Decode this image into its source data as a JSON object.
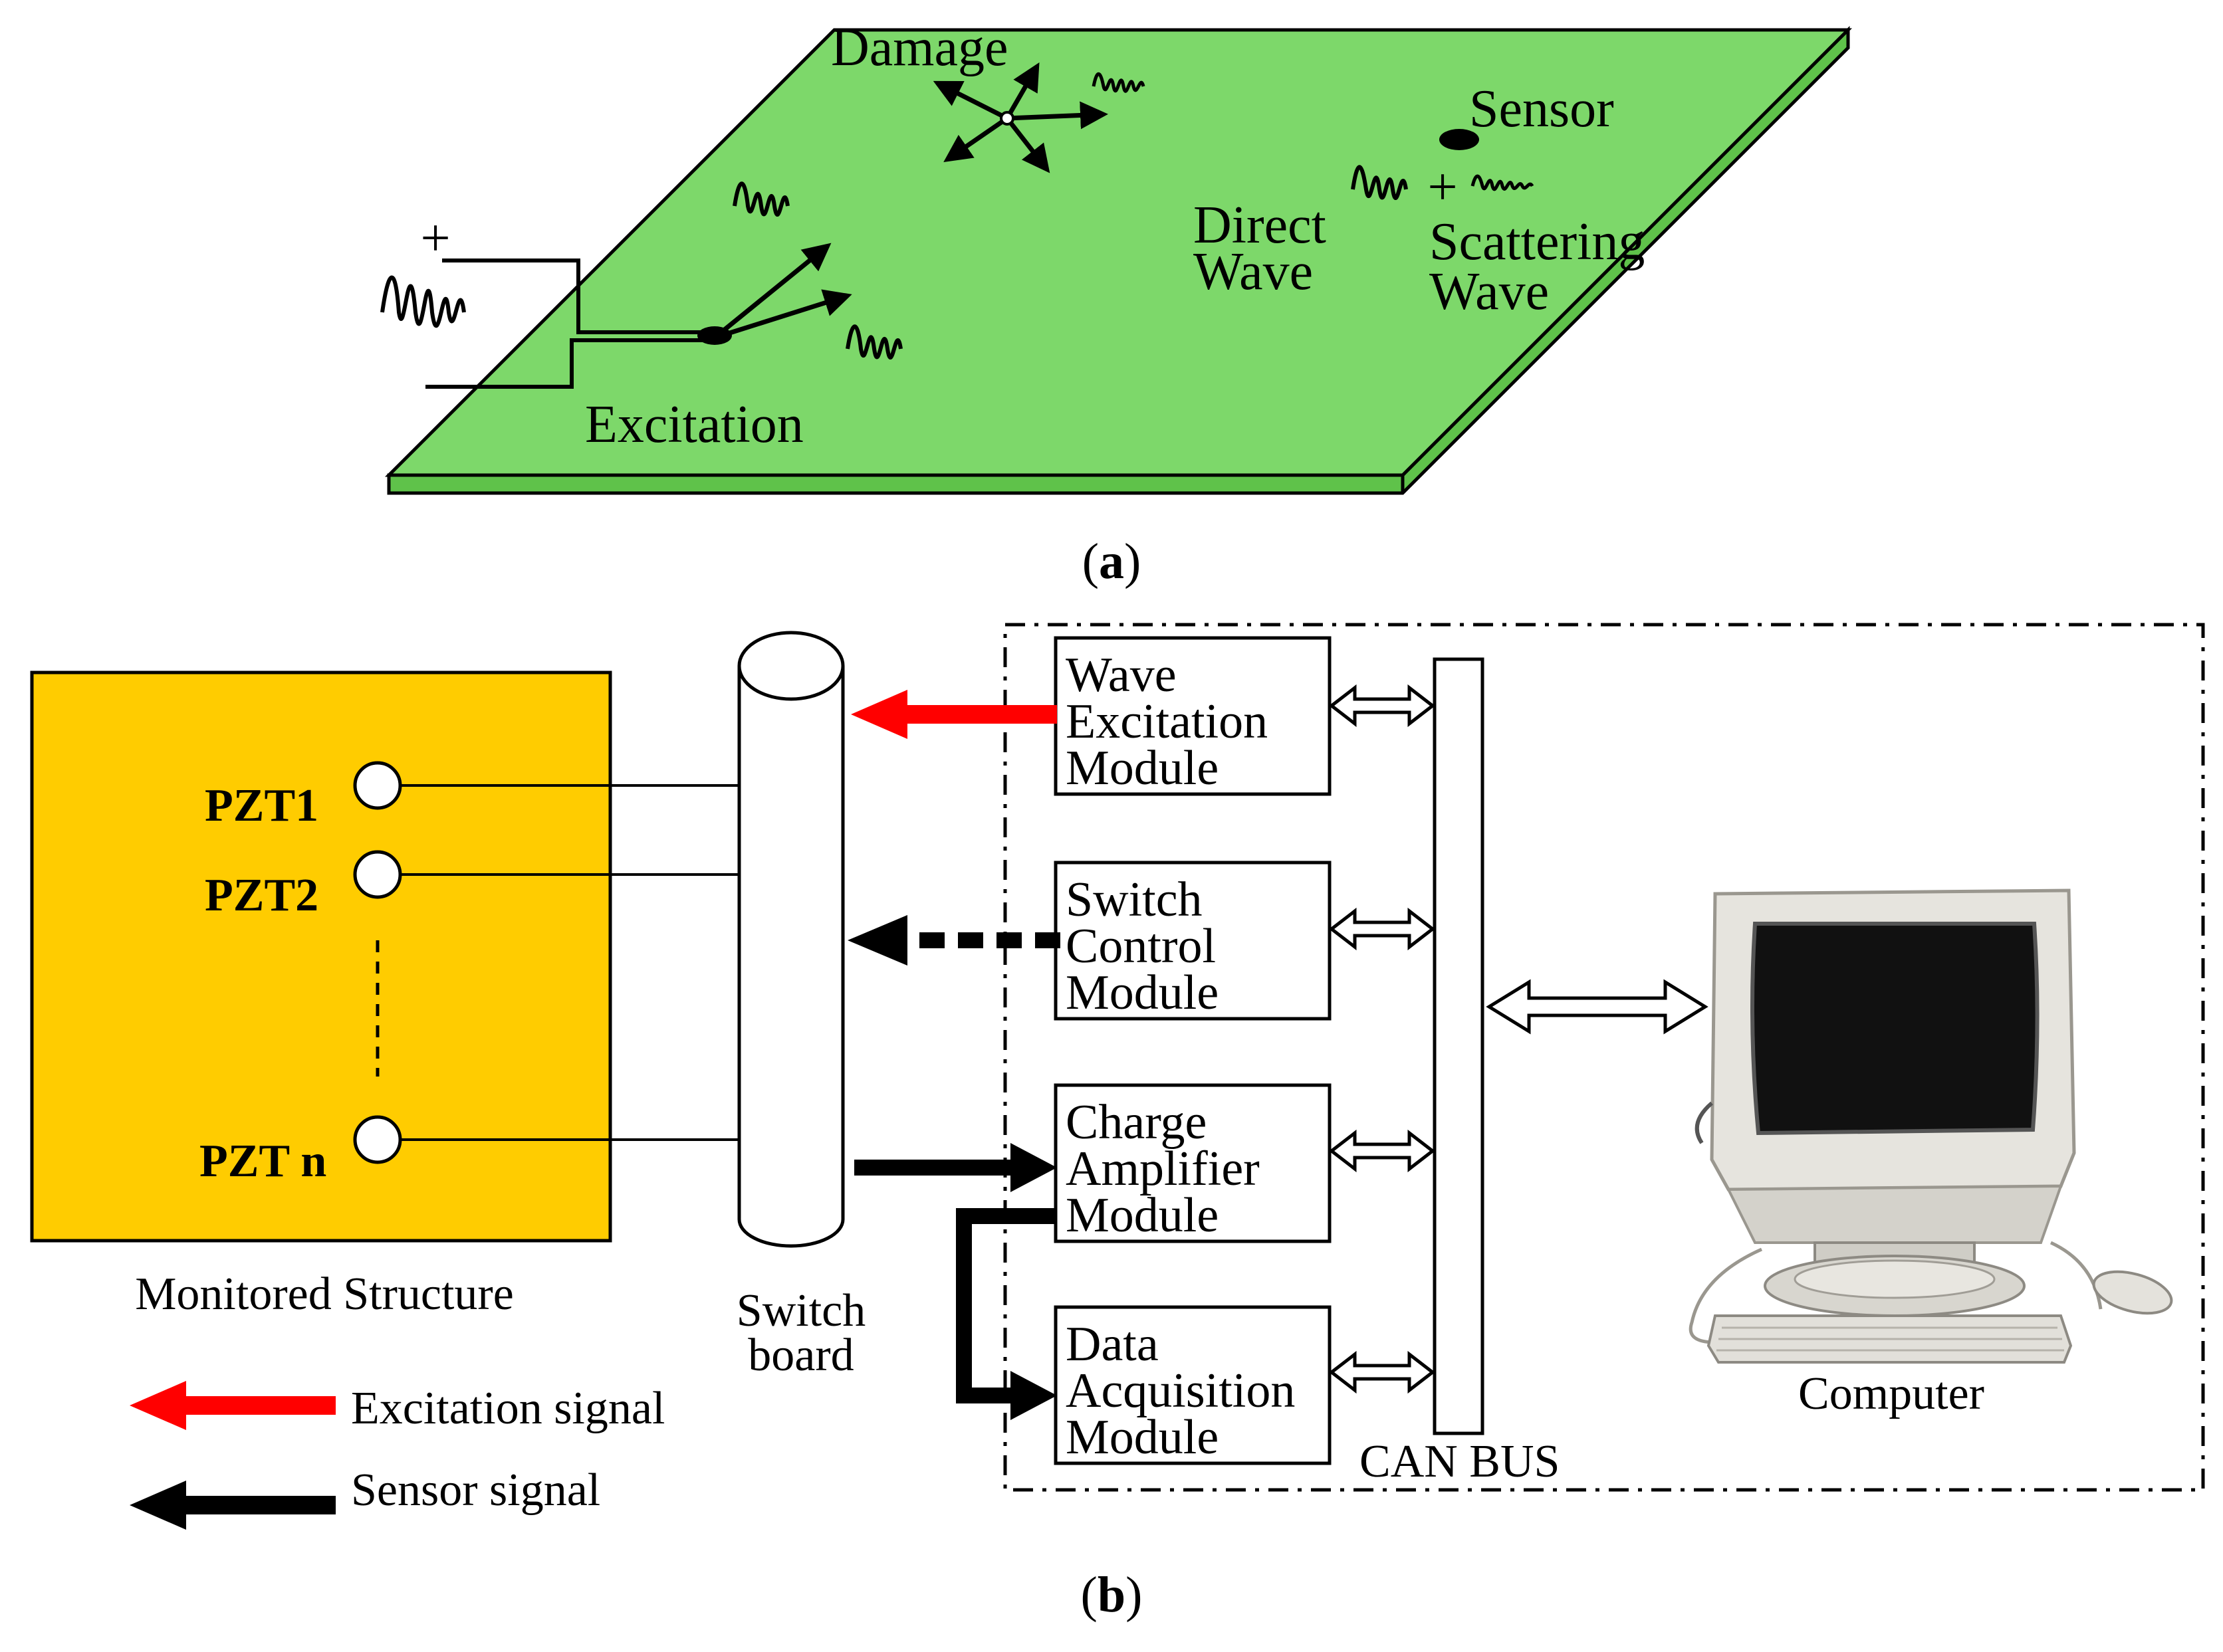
{
  "panel_a": {
    "caption_letter": "a",
    "labels": {
      "damage": "Damage",
      "sensor": "Sensor",
      "direct_wave_line1": "Direct",
      "direct_wave_line2": "Wave",
      "scattering_wave_line1": "Scattering",
      "scattering_wave_line2": "Wave",
      "excitation": "Excitation",
      "plus_sign": "+"
    },
    "colors": {
      "plate_top": "#7dd86a",
      "plate_edge": "#5fc24a"
    }
  },
  "panel_b": {
    "caption_letter": "b",
    "structure": {
      "caption": "Monitored Structure",
      "color": "#ffcc00",
      "pzt_labels": [
        "PZT1",
        "PZT2",
        "PZT n"
      ]
    },
    "switch_board": {
      "line1": "Switch",
      "line2": "board"
    },
    "modules": [
      {
        "line1": "Wave",
        "line2": "Excitation",
        "line3": "Module"
      },
      {
        "line1": "Switch",
        "line2": "Control",
        "line3": "Module"
      },
      {
        "line1": "Charge",
        "line2": "Amplifier",
        "line3": "Module"
      },
      {
        "line1": "Data",
        "line2": "Acquisition",
        "line3": "Module"
      }
    ],
    "can_bus": "CAN BUS",
    "computer": "Computer",
    "legend": {
      "excitation": "Excitation signal",
      "sensor": "Sensor signal"
    },
    "colors": {
      "excitation_arrow": "#ff0000",
      "sensor_arrow": "#000000"
    }
  }
}
